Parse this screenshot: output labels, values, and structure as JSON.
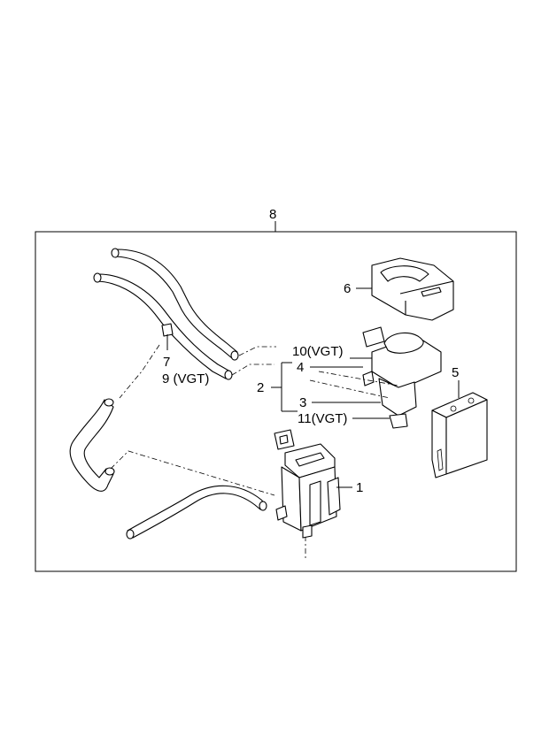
{
  "diagram": {
    "callouts": {
      "c1": "1",
      "c2": "2",
      "c3": "3",
      "c4": "4",
      "c5": "5",
      "c6": "6",
      "c7": "7",
      "c8": "8",
      "c9": "9 (VGT)",
      "c10": "10(VGT)",
      "c11": "11(VGT)"
    }
  }
}
